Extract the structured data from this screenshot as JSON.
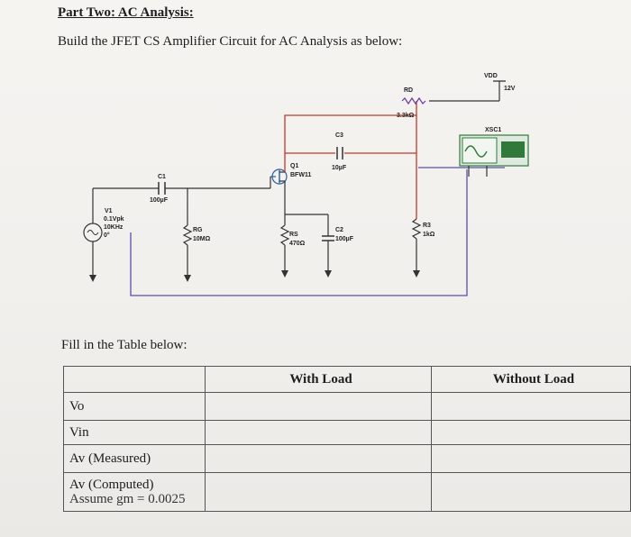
{
  "heading": "Part Two: AC Analysis:",
  "instruction": "Build the JFET CS Amplifier Circuit for AC Analysis as below:",
  "fill_text": "Fill in the Table below:",
  "circuit": {
    "v1": {
      "name": "V1",
      "amp": "0.1Vpk",
      "freq": "10KHz",
      "phase": "0°"
    },
    "c1": {
      "name": "C1",
      "value": "100µF"
    },
    "rg": {
      "name": "RG",
      "value": "10MΩ"
    },
    "q1": {
      "name": "Q1",
      "part": "BFW11"
    },
    "rs": {
      "name": "RS",
      "value": "470Ω"
    },
    "c2": {
      "name": "C2",
      "value": "100µF"
    },
    "c3": {
      "name": "C3",
      "value": "10µF"
    },
    "rd": {
      "name": "RD",
      "value": "3.3kΩ"
    },
    "r3": {
      "name": "R3",
      "value": "1kΩ"
    },
    "vdd": {
      "name": "VDD",
      "value": "12V"
    },
    "xsc1": {
      "name": "XSC1"
    }
  },
  "table": {
    "col_with_load": "With Load",
    "col_without_load": "Without Load",
    "rows": {
      "vo": "Vo",
      "vin": "Vin",
      "av_measured": "Av (Measured)",
      "av_computed": "Av (Computed)",
      "assume": "Assume gm = 0.0025"
    }
  },
  "colors": {
    "wire_main": "#3a3a3a",
    "wire_alt": "#5a4fa8",
    "wire_drain": "#c0392b",
    "scope": "#2f7a3a"
  }
}
